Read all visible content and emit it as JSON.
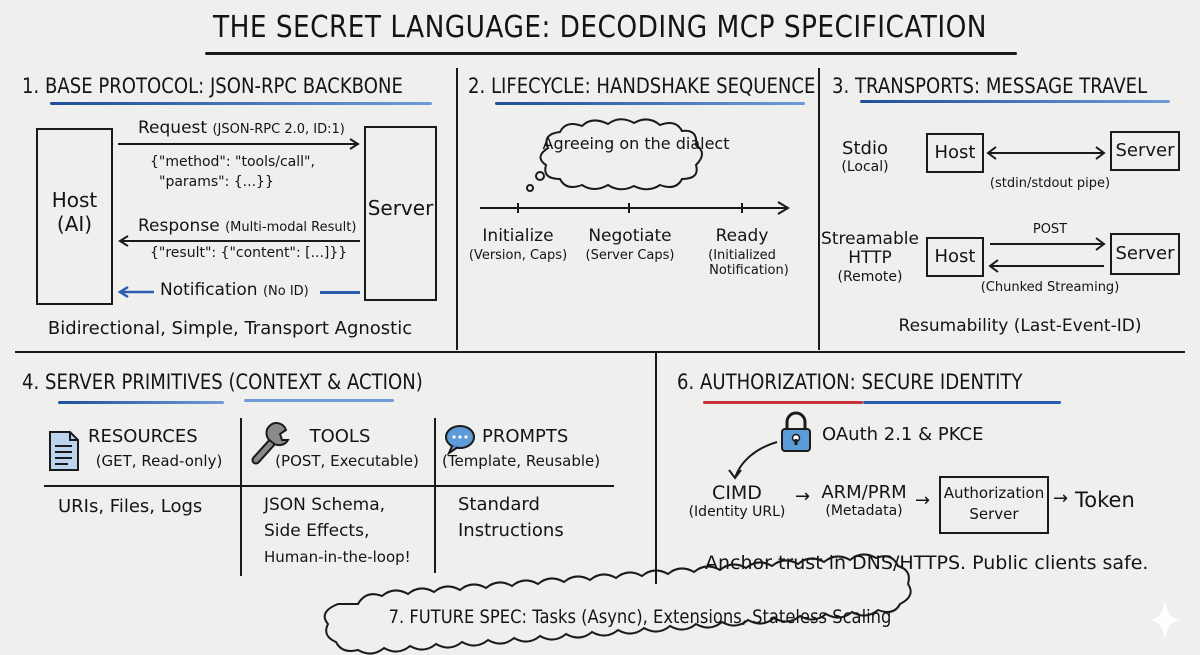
{
  "title": "THE SECRET LANGUAGE: DECODING MCP SPECIFICATION",
  "sections": {
    "base_protocol": {
      "number": "1.",
      "heading": "BASE PROTOCOL: JSON-RPC BACKBONE",
      "host_label_line1": "Host",
      "host_label_line2": "(AI)",
      "server_label": "Server",
      "request_label": "Request",
      "request_detail": "(JSON-RPC 2.0, ID:1)",
      "request_body_line1": "{\"method\": \"tools/call\",",
      "request_body_line2": "\"params\": {...}}",
      "response_label": "Response",
      "response_detail": "(Multi-modal Result)",
      "response_body": "{\"result\": {\"content\": [...]}}",
      "notification_label": "Notification",
      "notification_detail": "(No ID)",
      "summary": "Bidirectional, Simple, Transport Agnostic",
      "accent_color": "#2a5db0"
    },
    "lifecycle": {
      "number": "2.",
      "heading": "LIFECYCLE: HANDSHAKE SEQUENCE",
      "thought": "Agreeing on the dialect",
      "steps": [
        {
          "label": "Initialize",
          "detail_line1": "(Version, Caps)",
          "detail_line2": ""
        },
        {
          "label": "Negotiate",
          "detail_line1": "(Server Caps)",
          "detail_line2": ""
        },
        {
          "label": "Ready",
          "detail_line1": "(Initialized",
          "detail_line2": "Notification)"
        }
      ]
    },
    "transports": {
      "number": "3.",
      "heading": "TRANSPORTS: MESSAGE TRAVEL",
      "stdio": {
        "name": "Stdio",
        "scope": "(Local)",
        "host": "Host",
        "server": "Server",
        "channel": "(stdin/stdout pipe)"
      },
      "http": {
        "name_line1": "Streamable",
        "name_line2": "HTTP",
        "scope": "(Remote)",
        "host": "Host",
        "server": "Server",
        "request": "POST",
        "response": "(Chunked Streaming)"
      },
      "summary": "Resumability (Last-Event-ID)"
    },
    "primitives": {
      "number": "4.",
      "heading_main": "SERVER PRIMITIVES",
      "heading_sub": "(CONTEXT & ACTION)",
      "columns": [
        {
          "icon": "document-icon",
          "name": "RESOURCES",
          "detail": "(GET, Read-only)",
          "body": [
            "URIs, Files, Logs"
          ]
        },
        {
          "icon": "wrench-icon",
          "name": "TOOLS",
          "detail": "(POST, Executable)",
          "body": [
            "JSON Schema,",
            "Side Effects,",
            "Human-in-the-loop!"
          ]
        },
        {
          "icon": "speech-bubble-icon",
          "name": "PROMPTS",
          "detail": "(Template, Reusable)",
          "body": [
            "Standard",
            "Instructions"
          ]
        }
      ]
    },
    "authorization": {
      "number": "6.",
      "heading": "AUTHORIZATION: SECURE IDENTITY",
      "lock_label": "OAuth 2.1 & PKCE",
      "flow": [
        {
          "label": "CIMD",
          "detail": "(Identity URL)"
        },
        {
          "label": "ARM/PRM",
          "detail": "(Metadata)"
        },
        {
          "label_line1": "Authorization",
          "label_line2": "Server"
        },
        {
          "label": "Token"
        }
      ],
      "summary": "Anchor trust in DNS/HTTPS. Public clients safe.",
      "accent_colors": [
        "#c8323c",
        "#2a5db0"
      ]
    },
    "future": {
      "text": "7. FUTURE SPEC: Tasks (Async), Extensions, Stateless Scaling"
    }
  }
}
